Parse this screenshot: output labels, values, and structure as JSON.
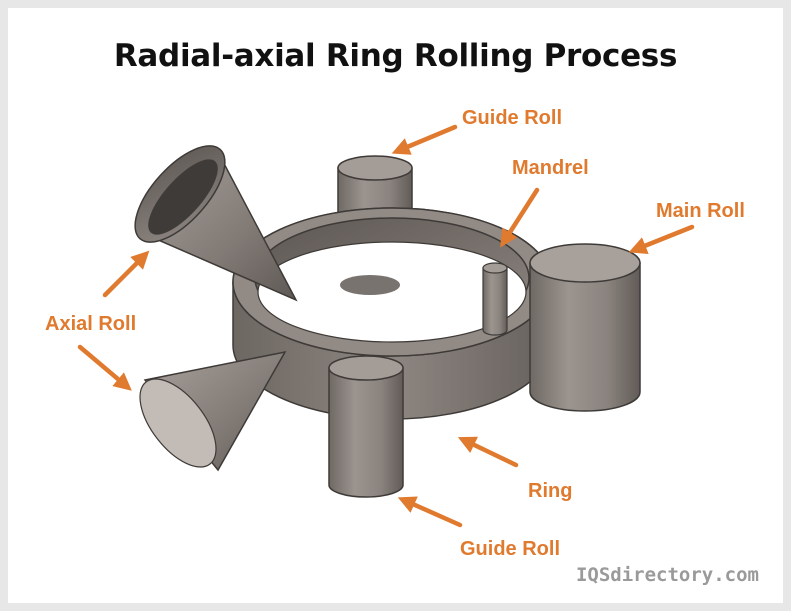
{
  "title": "Radial-axial Ring Rolling Process",
  "labels": {
    "guide_roll_top": "Guide Roll",
    "mandrel": "Mandrel",
    "main_roll": "Main Roll",
    "axial_roll": "Axial Roll",
    "ring": "Ring",
    "guide_roll_bottom": "Guide Roll"
  },
  "watermark": "IQSdirectory.com",
  "colors": {
    "label": "#e07a2e",
    "arrow": "#e07a2e",
    "metal": "#8c8580",
    "background": "#ffffff"
  }
}
